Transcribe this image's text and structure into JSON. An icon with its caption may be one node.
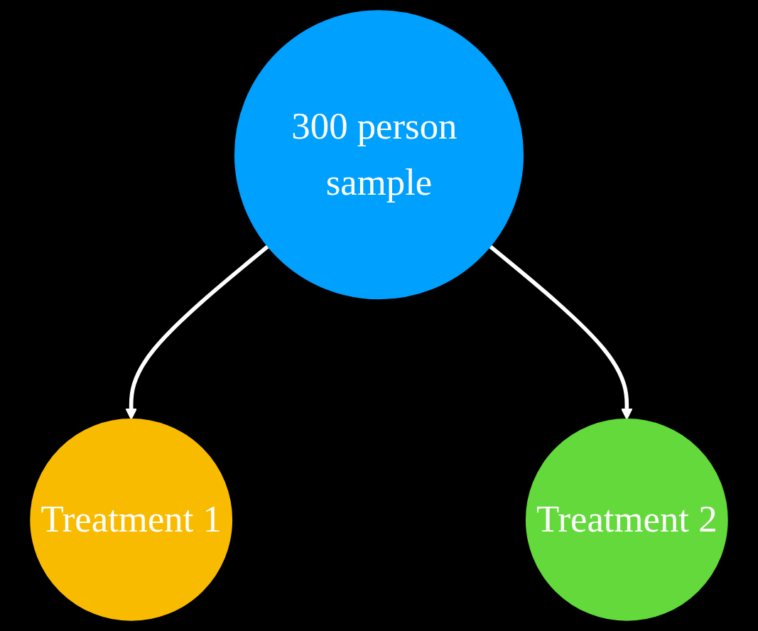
{
  "diagram": {
    "nodes": [
      {
        "text": [
          "300 person sample"
        ]
      },
      {
        "text": [
          "Treatment 1"
        ]
      },
      {
        "text": [
          "Treatment 2"
        ]
      }
    ],
    "edges": [
      {
        "from": 0,
        "to": 1,
        "arrow": "to"
      },
      {
        "from": 0,
        "to": 2,
        "arrow": "to"
      }
    ]
  }
}
